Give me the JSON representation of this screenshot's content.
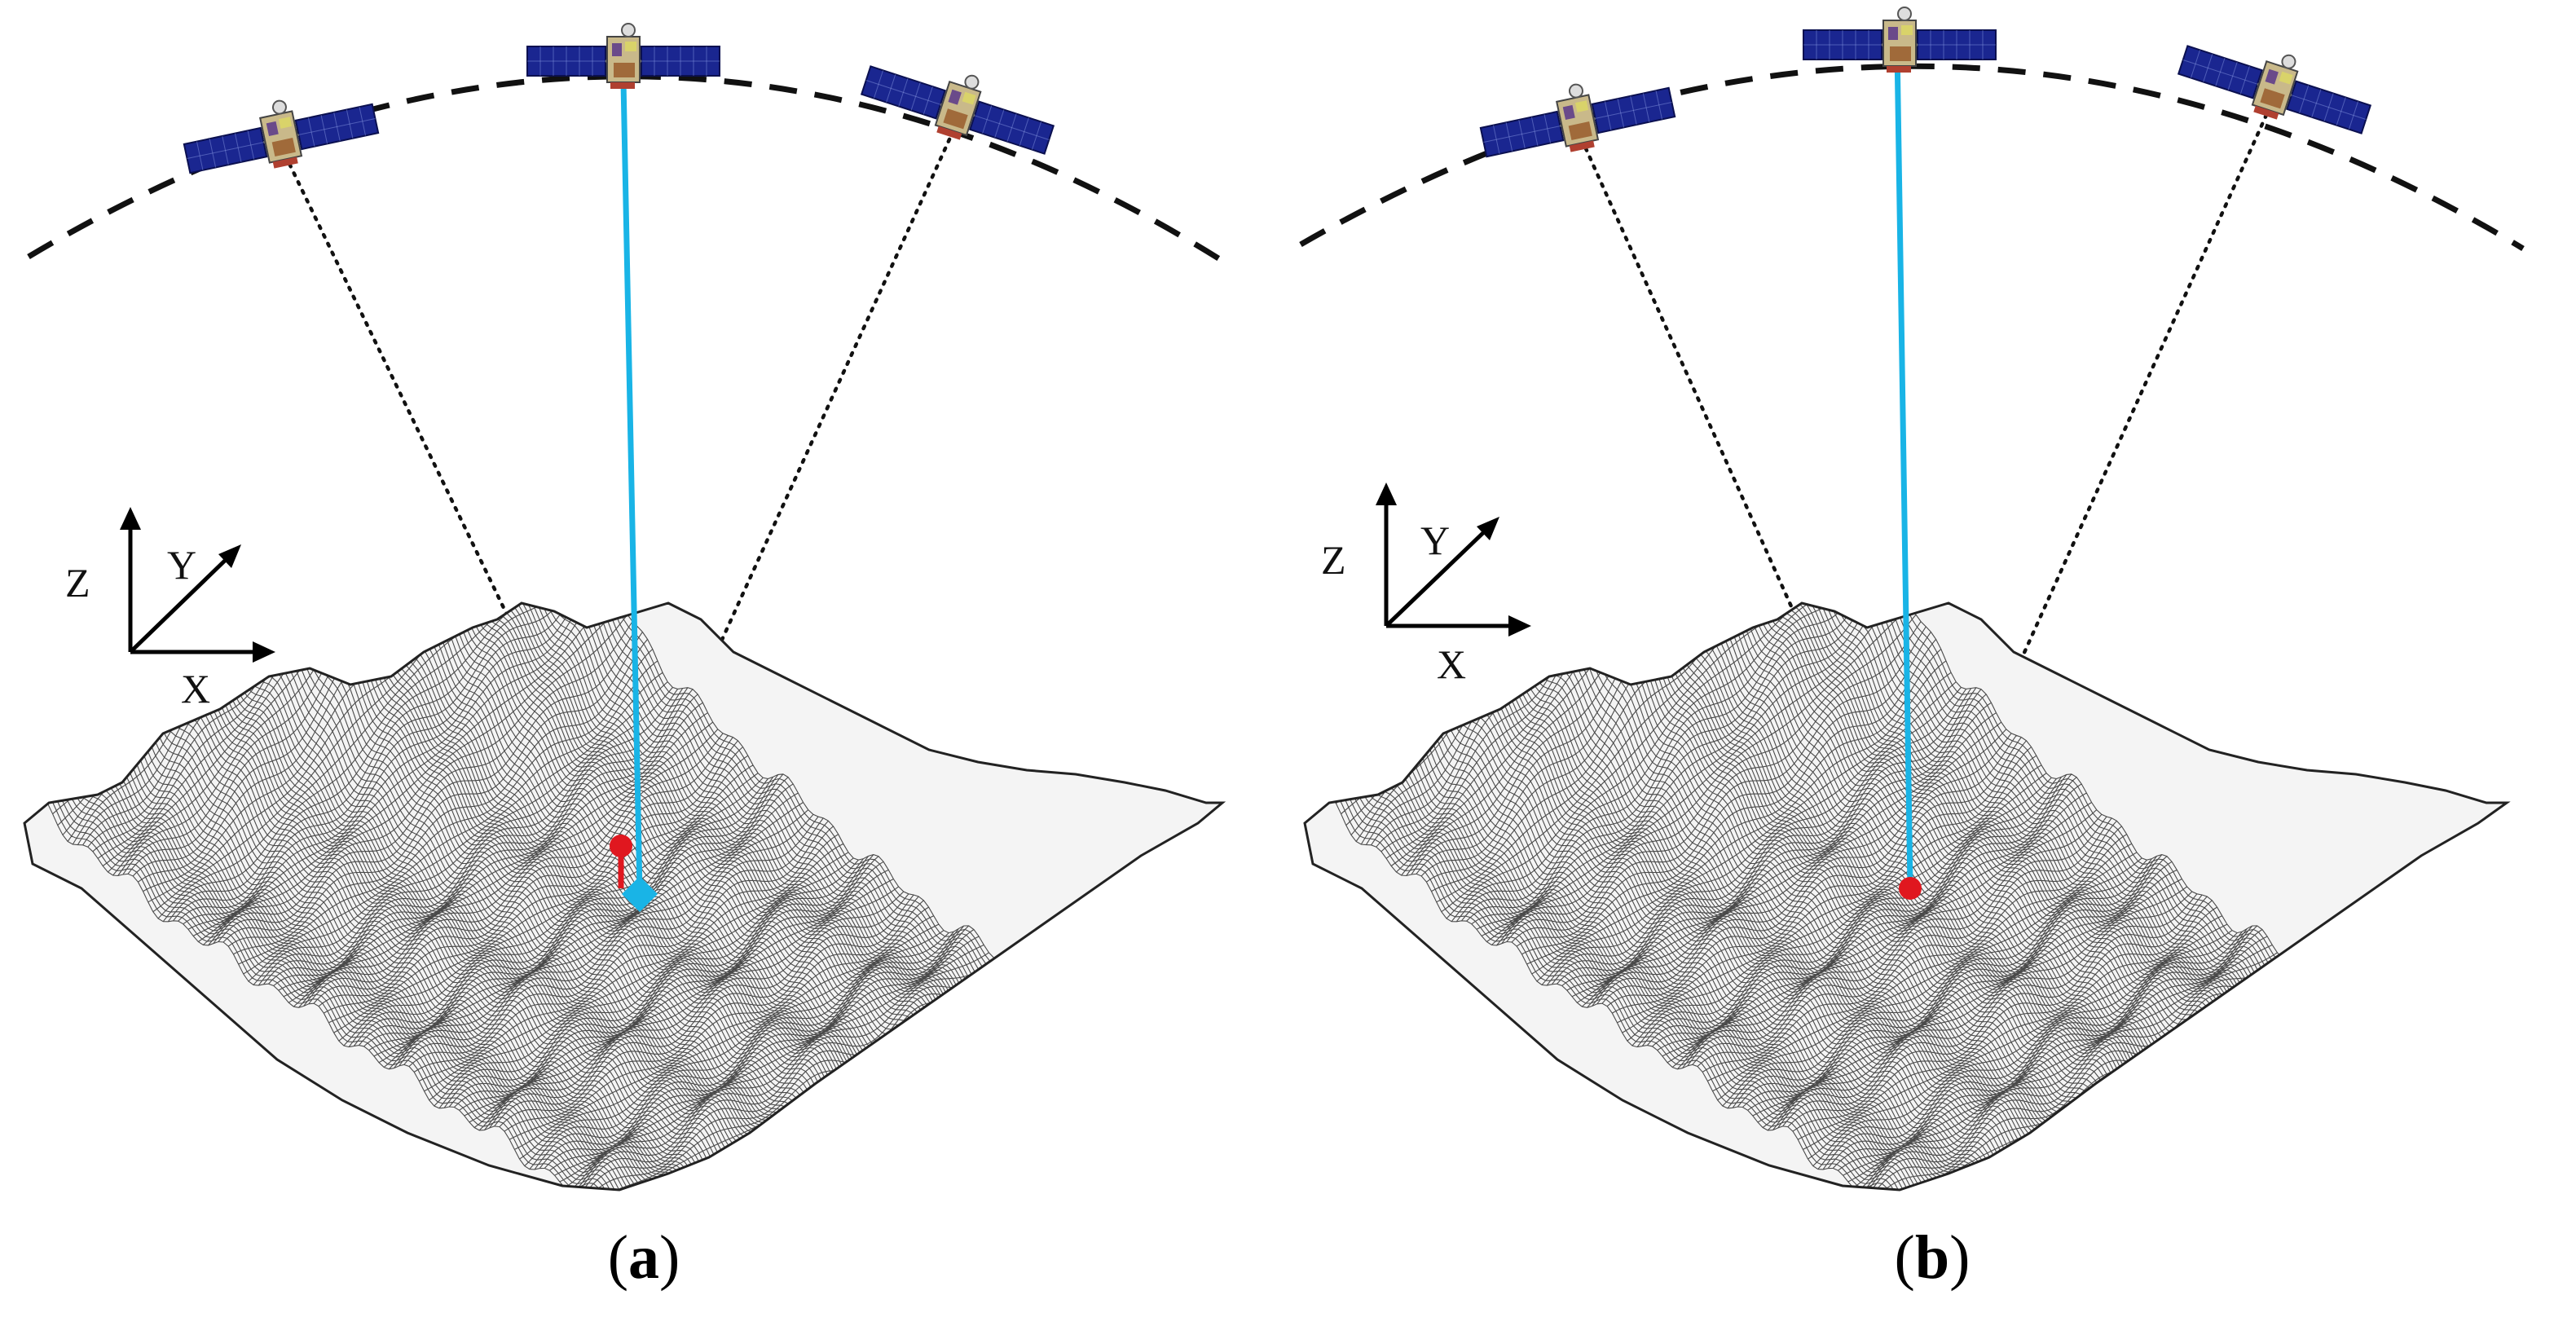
{
  "panels": [
    {
      "id": "a",
      "caption": {
        "open": "(",
        "letter": "a",
        "close": ")"
      },
      "axes": {
        "z": "Z",
        "y": "Y",
        "x": "X"
      },
      "ground_markers": [
        "red-point",
        "cyan-diamond"
      ]
    },
    {
      "id": "b",
      "caption": {
        "open": "(",
        "letter": "b",
        "close": ")"
      },
      "axes": {
        "z": "Z",
        "y": "Y",
        "x": "X"
      },
      "ground_markers": [
        "red-point"
      ]
    }
  ],
  "colors": {
    "solar_panel": "#1a2690",
    "solar_panel_grid": "#8fa0e8",
    "sight_line": "#19b4e6",
    "marker_red": "#e0171f",
    "marker_cyan": "#19b4e6",
    "mesh_line": "#2b2b2b",
    "orbit_line": "#111111"
  }
}
